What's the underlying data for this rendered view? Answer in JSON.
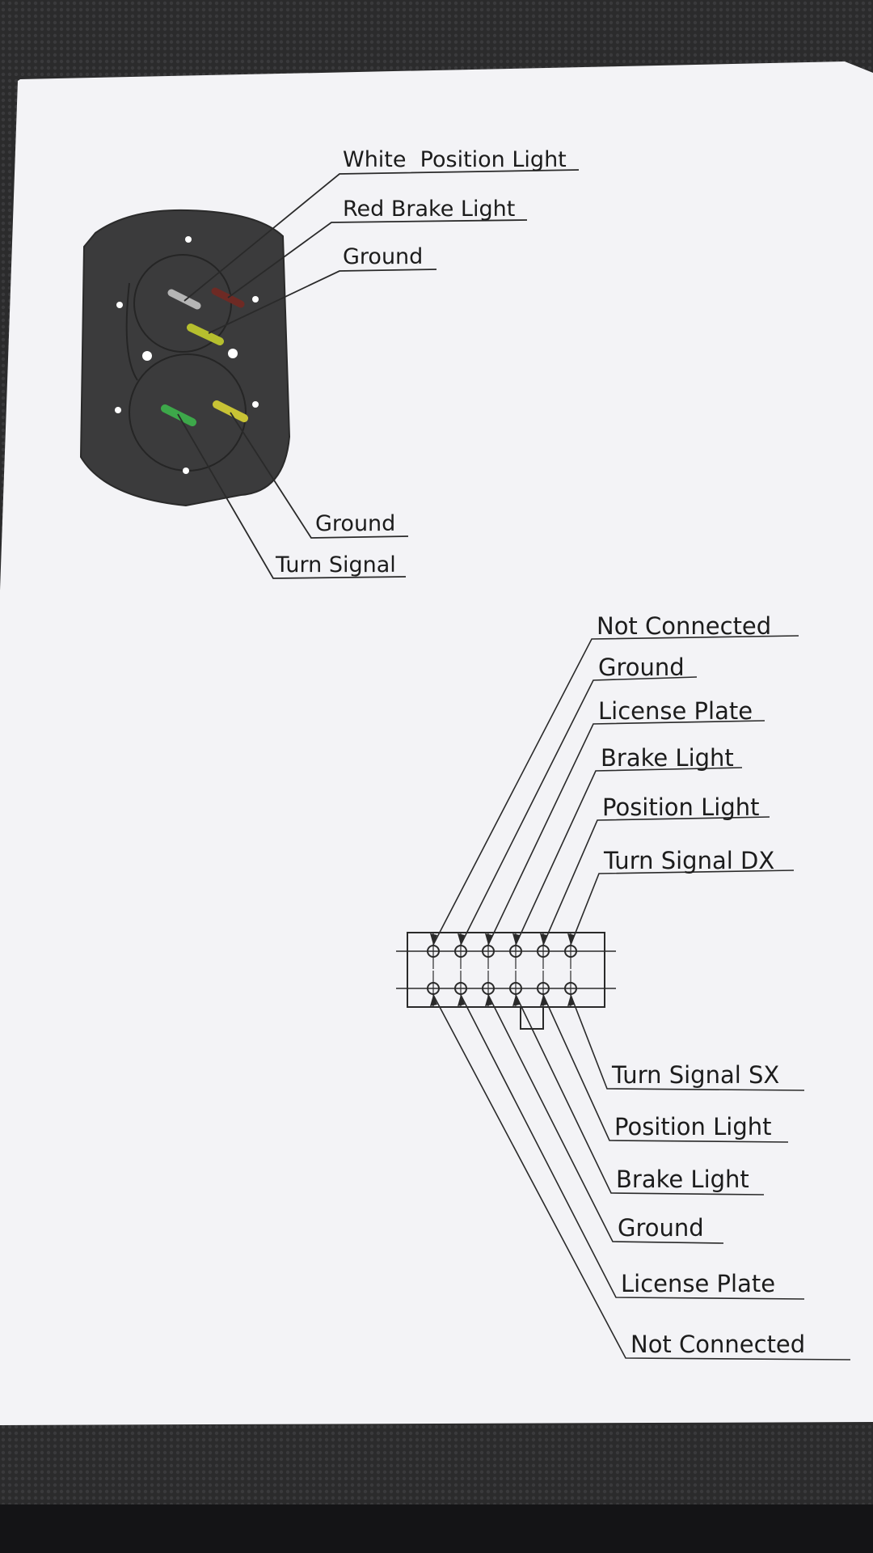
{
  "top_connector": {
    "labels": {
      "white_position_light": "White  Position Light",
      "red_brake_light": "Red Brake Light",
      "ground_top": "Ground",
      "ground_bottom": "Ground",
      "turn_signal": "Turn Signal"
    },
    "pin_colors": {
      "white": "#b5b5b5",
      "red": "#6e2a24",
      "yellow_green": "#b6bf2e",
      "green": "#3da84a",
      "yellow": "#c8c335"
    }
  },
  "bottom_connector": {
    "top_row_labels": [
      "Not Connected",
      "Ground",
      "License Plate",
      "Brake Light",
      "Position Light",
      "Turn Signal  DX"
    ],
    "bottom_row_labels": [
      "Turn Signal  SX",
      "Position Light",
      "Brake Light",
      "Ground",
      "License Plate",
      "Not Connected"
    ]
  },
  "colors": {
    "paper": "#f3f3f6",
    "background": "#2a2a2b",
    "ink": "#1c1c1c",
    "connector_body": "#3a3a3b"
  }
}
